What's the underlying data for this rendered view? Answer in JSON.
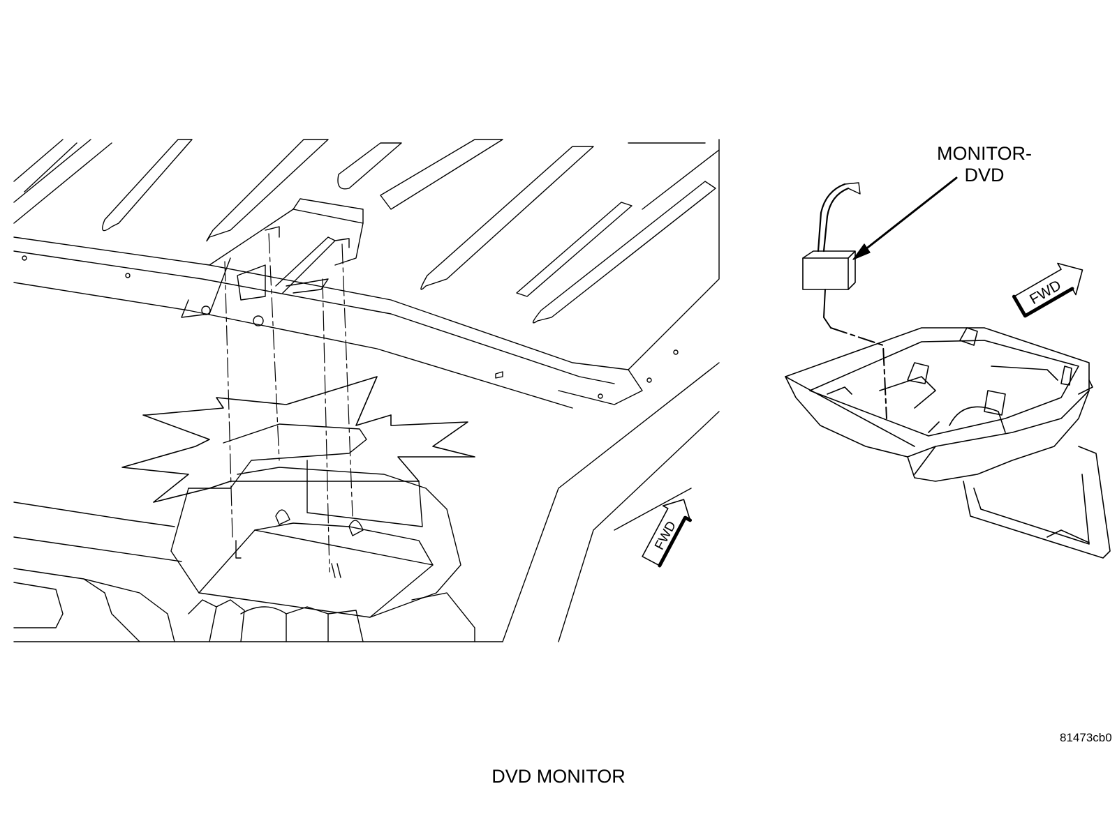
{
  "callout": {
    "line1": "MONITOR-",
    "line2": "DVD"
  },
  "fwd_arrow_left": "FWD",
  "fwd_arrow_right": "FWD",
  "figure_code": "81473cb0",
  "figure_title": "DVD MONITOR",
  "colors": {
    "ink": "#000000",
    "paper": "#ffffff"
  }
}
